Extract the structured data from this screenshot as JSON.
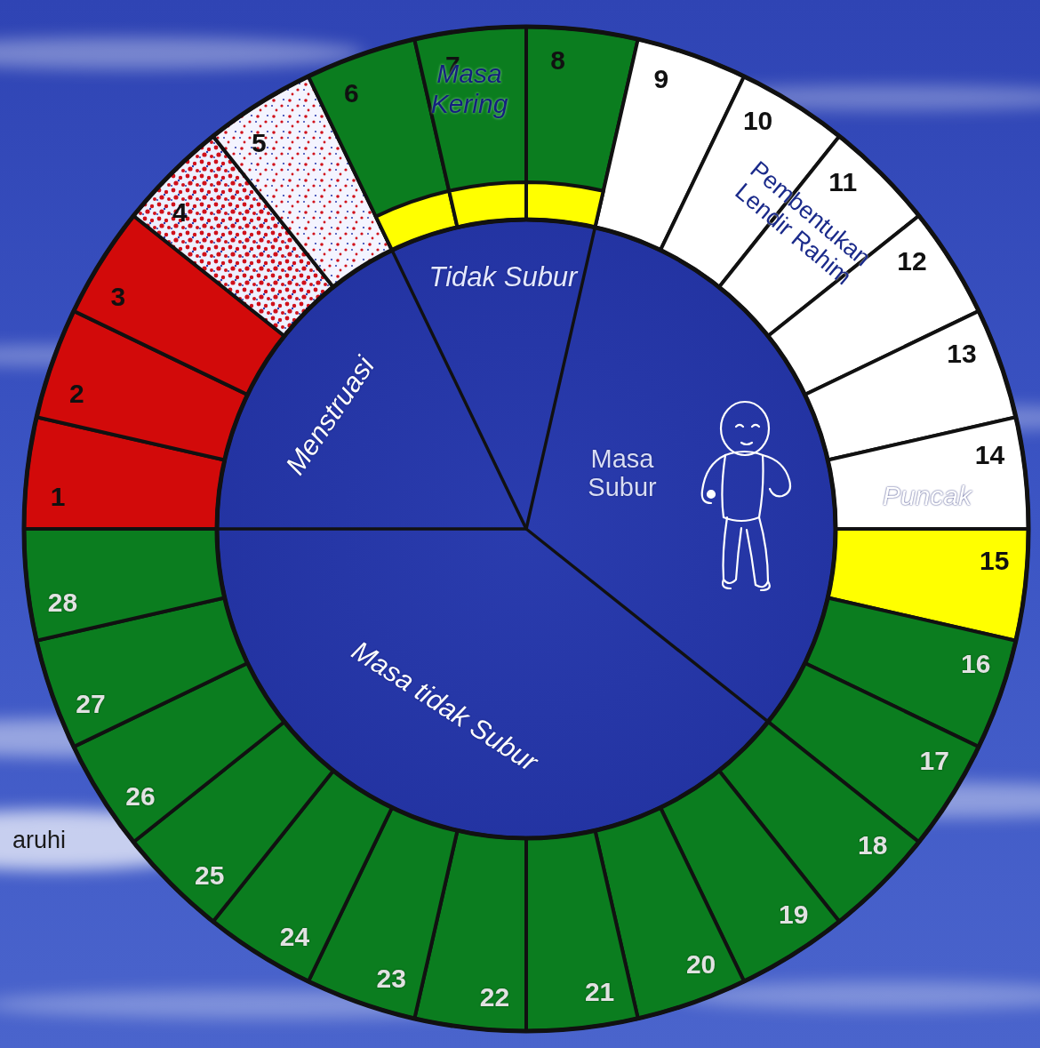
{
  "diagram": {
    "nodes": [
      {
        "text": [
          "Menstruasi"
        ]
      },
      {
        "text": [
          "Tidak Subur"
        ]
      },
      {
        "text": [
          "Masa Subur"
        ]
      },
      {
        "text": [
          "Masa tidak Subur"
        ]
      }
    ],
    "labels": [
      "1",
      "2",
      "3",
      "4",
      "5",
      "6",
      "7",
      "8",
      "9",
      "10",
      "11",
      "12",
      "13",
      "14",
      "15",
      "16",
      "17",
      "18",
      "19",
      "20",
      "21",
      "22",
      "23",
      "24",
      "25",
      "26",
      "27",
      "28",
      "Masa Kering",
      "Pembentukan Lendir Rahim",
      "Puncak",
      "aruhi"
    ]
  }
}
